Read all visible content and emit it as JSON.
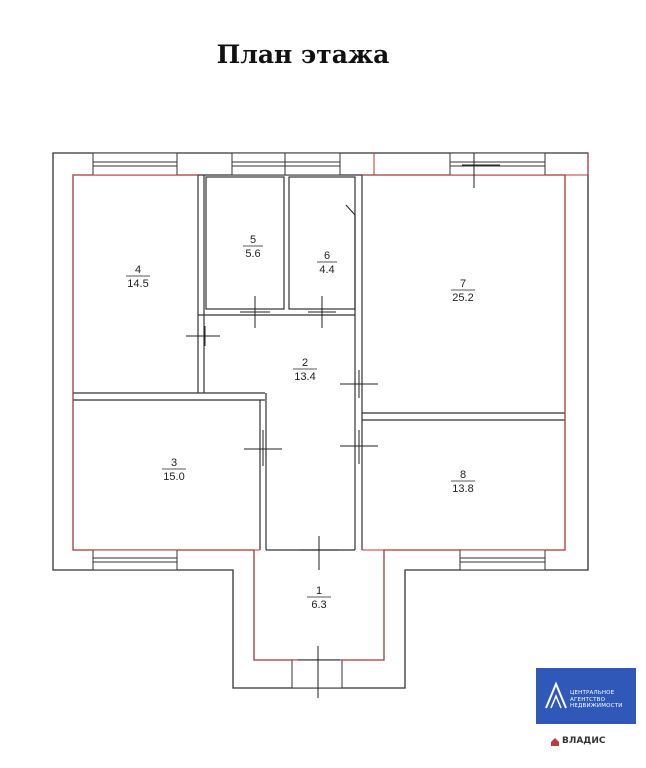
{
  "title": "План этажа",
  "rooms": [
    {
      "number": "1",
      "area": "6.3"
    },
    {
      "number": "2",
      "area": "13.4"
    },
    {
      "number": "3",
      "area": "15.0"
    },
    {
      "number": "4",
      "area": "14.5"
    },
    {
      "number": "5",
      "area": "5.6"
    },
    {
      "number": "6",
      "area": "4.4"
    },
    {
      "number": "7",
      "area": "25.2"
    },
    {
      "number": "8",
      "area": "13.8"
    }
  ],
  "agency_logo": {
    "text": "ЦЕНТРАЛЬНОЕ\nАГЕНТСТВО\nНЕДВИЖИМОСТИ",
    "color": "#2f58b8"
  },
  "brand": "ВЛАДИС",
  "colors": {
    "wall": "#333333",
    "outline": "#c0393b",
    "door": "#222222"
  }
}
